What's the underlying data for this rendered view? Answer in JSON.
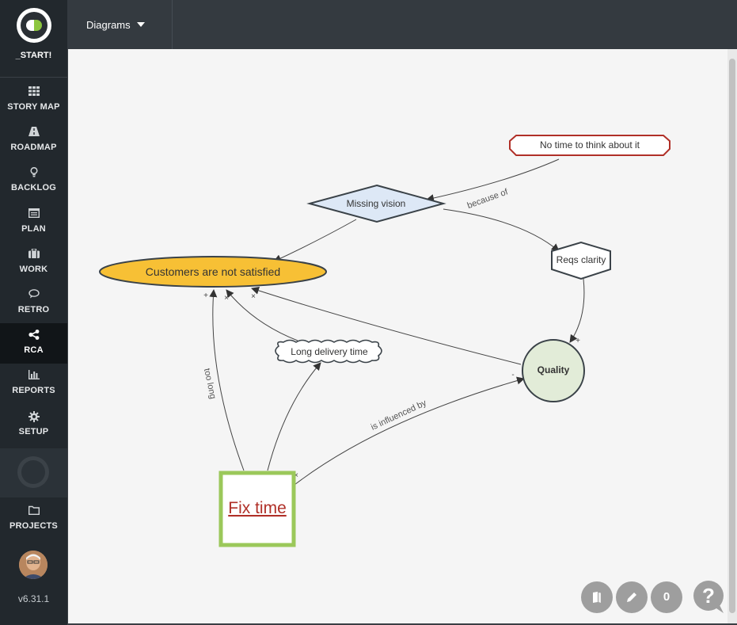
{
  "sidebar": {
    "start_label": "_START!",
    "items": [
      {
        "icon": "grid-icon",
        "label": "STORY MAP"
      },
      {
        "icon": "road-icon",
        "label": "ROADMAP"
      },
      {
        "icon": "lightbulb-icon",
        "label": "BACKLOG"
      },
      {
        "icon": "calendar-icon",
        "label": "PLAN"
      },
      {
        "icon": "briefcase-icon",
        "label": "WORK"
      },
      {
        "icon": "chat-icon",
        "label": "RETRO"
      },
      {
        "icon": "share-icon",
        "label": "RCA"
      },
      {
        "icon": "bar-chart-icon",
        "label": "REPORTS"
      },
      {
        "icon": "gear-icon",
        "label": "SETUP"
      }
    ],
    "active_item": "RCA",
    "projects_label": "PROJECTS",
    "version": "v6.31.1"
  },
  "topbar": {
    "diagrams_label": "Diagrams"
  },
  "diagram": {
    "nodes": {
      "no_time": "No time to think about it",
      "missing_vision": "Missing vision",
      "customers": "Customers are not satisfied",
      "reqs_clarity": "Reqs clarity",
      "long_delivery": "Long delivery time",
      "quality": "Quality",
      "fix_time": "Fix time"
    },
    "edge_labels": {
      "because_of": "because of",
      "too_long": "too long",
      "is_influenced_by": "is influenced by"
    },
    "markers": {
      "plus": "+",
      "minus": "-",
      "cross": "×"
    }
  },
  "fabs": {
    "count": "0",
    "help": "?"
  },
  "colors": {
    "sidebar_bg": "#22282d",
    "customers_fill": "#f7c035",
    "missing_vision_fill": "#dde8f6",
    "no_time_stroke": "#b03028",
    "quality_fill": "#e2ecd8",
    "fix_time_border": "#9bc85a",
    "fix_time_text": "#b03028"
  }
}
